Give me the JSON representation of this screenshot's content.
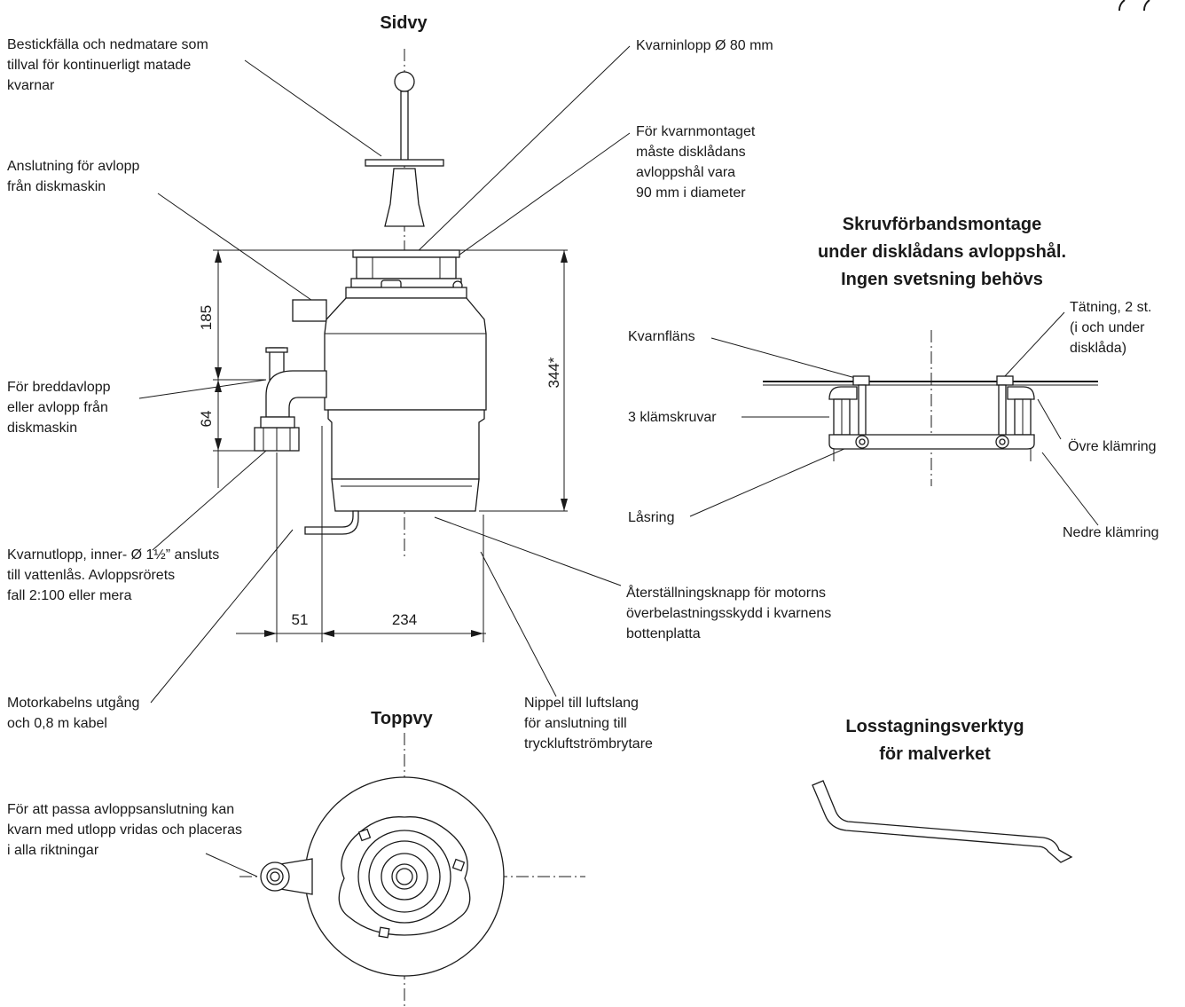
{
  "views": {
    "side": "Sidvy",
    "top": "Toppvy",
    "clamp": [
      "Skruvförbandsmontage",
      "under disklådans avloppshål.",
      "Ingen svetsning behövs"
    ],
    "tool": [
      "Losstagningsverktyg",
      "för malverket"
    ]
  },
  "labels": {
    "cutlery_trap": [
      "Bestickfälla och nedmatare som",
      "tillval för kontinuerligt matade",
      "kvarnar"
    ],
    "dishwasher_drain": [
      "Anslutning för avlopp",
      "från diskmaskin"
    ],
    "overflow_drain": [
      "För breddavlopp",
      "eller avlopp från",
      "diskmaskin"
    ],
    "outlet": [
      "Kvarnutlopp, inner- Ø 1½” ansluts",
      "till vattenlås. Avloppsrörets",
      "fall 2:100 eller mera"
    ],
    "motor_cable": [
      "Motorkabelns utgång",
      "och 0,8 m kabel"
    ],
    "rotate": [
      "För att passa avloppsanslutning kan",
      "kvarn med utlopp vridas och placeras",
      "i alla riktningar"
    ],
    "inlet": [
      "Kvarninlopp Ø 80 mm"
    ],
    "hole": [
      "För kvarnmontaget",
      "måste disklådans",
      "avloppshål vara",
      "90 mm i diameter"
    ],
    "reset": [
      "Återställningsknapp för motorns",
      "överbelastningsskydd i kvarnens",
      "bottenplatta"
    ],
    "air_nipple": [
      "Nippel till luftslang",
      "för anslutning till",
      "tryckluftströmbrytare"
    ],
    "flange": [
      "Kvarnfläns"
    ],
    "gasket": [
      "Tätning, 2 st.",
      "(i och under",
      "disklåda)"
    ],
    "screws": [
      "3 klämskruvar"
    ],
    "upper_ring": [
      "Övre klämring"
    ],
    "lock_ring": [
      "Låsring"
    ],
    "lower_ring": [
      "Nedre klämring"
    ]
  },
  "dimensions": {
    "height_upper": "185",
    "height_lower": "64",
    "height_total": "344*",
    "width_outlet": "51",
    "width_body": "234"
  }
}
